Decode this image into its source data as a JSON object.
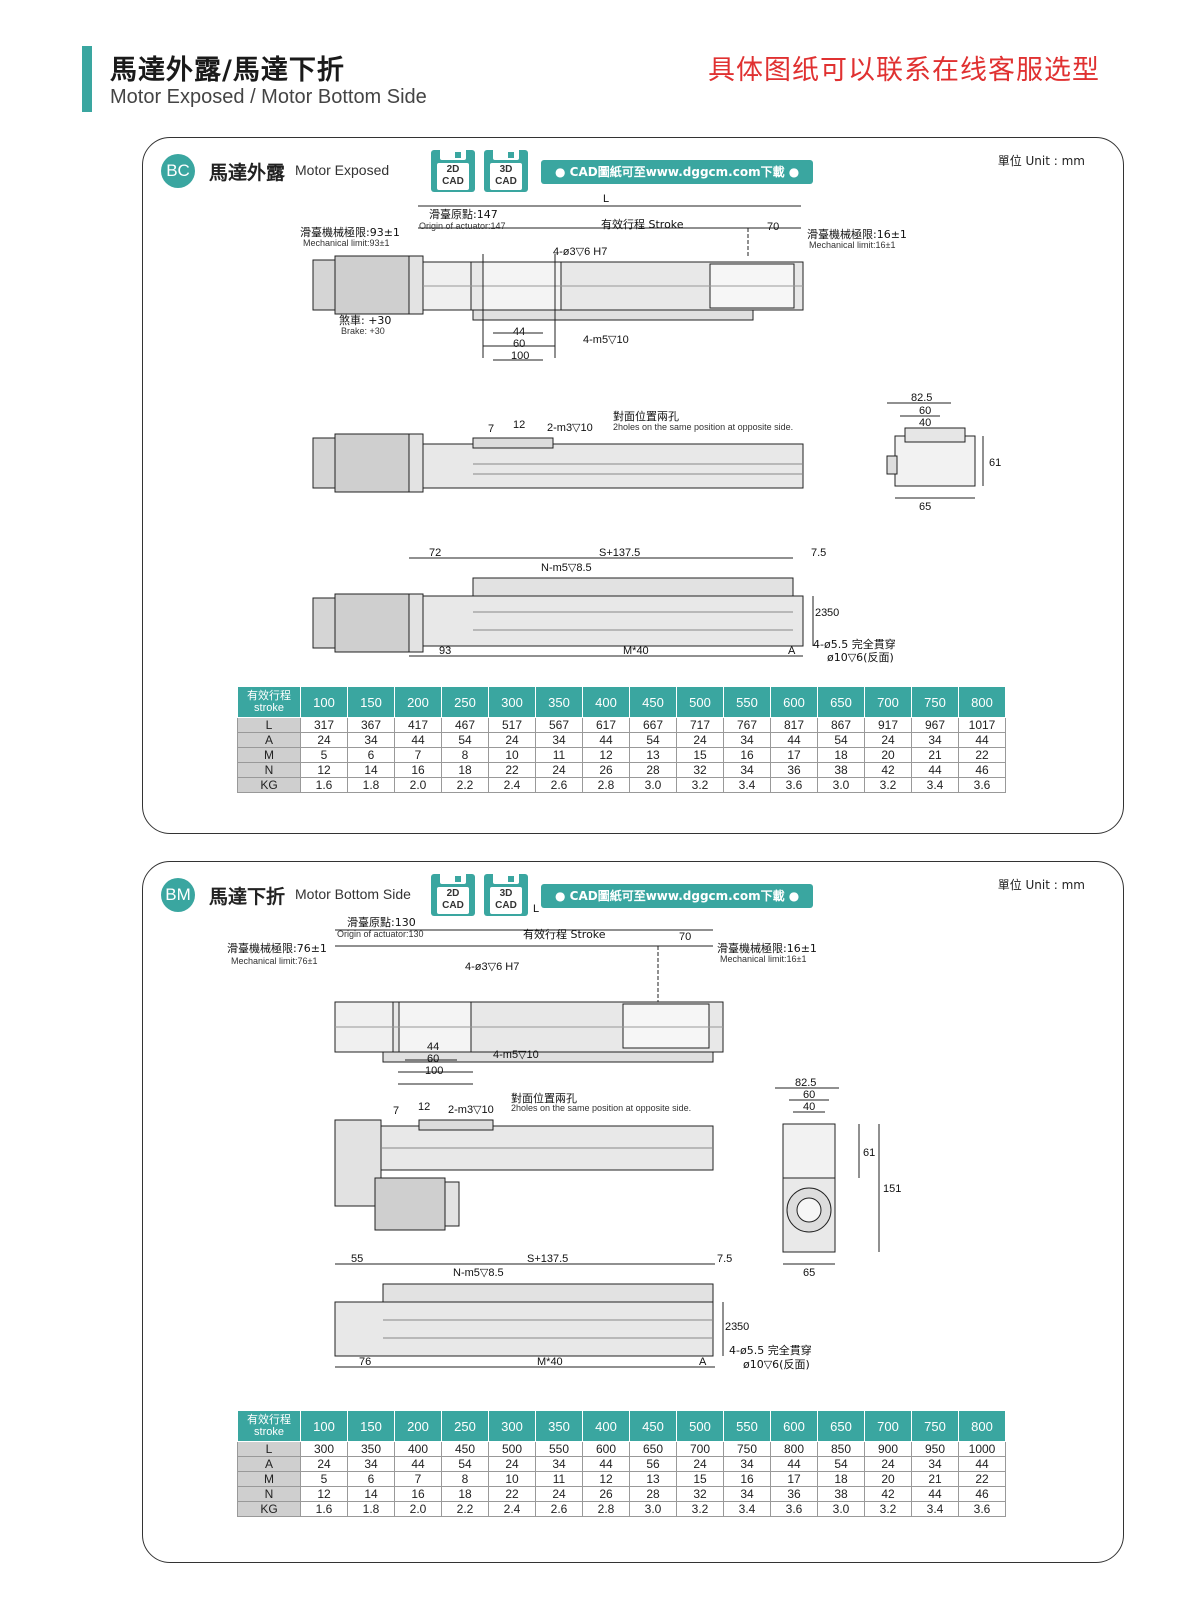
{
  "header": {
    "title_zh": "馬達外露/馬達下折",
    "title_en": "Motor Exposed / Motor Bottom Side",
    "contact_note": "具体图纸可以联系在线客服选型",
    "accent_color": "#3aa6a0",
    "note_color": "#e03131"
  },
  "cad": {
    "label_2d": "2D CAD",
    "label_3d": "3D CAD",
    "download_note": "CAD圖紙可至www.dggcm.com下載"
  },
  "sections": [
    {
      "badge": "BC",
      "title_zh": "馬達外露",
      "title_en": "Motor Exposed",
      "unit": "單位 Unit : mm",
      "annotations": {
        "L": "L",
        "origin_zh": "滑臺原點:147",
        "origin_en": "Origin of actuator:147",
        "stroke": "有效行程  Stroke",
        "d70": "70",
        "mech_left_zh": "滑臺機械極限:93±1",
        "mech_left_en": "Mechanical limit:93±1",
        "mech_right_zh": "滑臺機械極限:16±1",
        "mech_right_en": "Mechanical limit:16±1",
        "hole_pin": "4-ø3▽6 H7",
        "hole_m5": "4-m5▽10",
        "brake_zh": "煞車: +30",
        "brake_en": "Brake: +30",
        "d44": "44",
        "d60": "60",
        "d100": "100",
        "d7": "7",
        "d12": "12",
        "hole_m3": "2-m3▽10",
        "opposite_zh": "對面位置兩孔",
        "opposite_en": "2holes on the same position at opposite side.",
        "d82_5": "82.5",
        "d60b": "60",
        "d40": "40",
        "d61": "61",
        "d65": "65",
        "d72": "72",
        "s_len": "S+137.5",
        "d7_5": "7.5",
        "n_m5": "N-m5▽8.5",
        "d23": "23",
        "d50": "50",
        "mount_hole": "4-ø5.5 完全貫穿",
        "mount_cb": "ø10▽6(反面)",
        "d93": "93",
        "m40": "M*40",
        "a": "A"
      },
      "table": {
        "stroke_label_zh": "有效行程",
        "stroke_label_en": "stroke",
        "strokes": [
          "100",
          "150",
          "200",
          "250",
          "300",
          "350",
          "400",
          "450",
          "500",
          "550",
          "600",
          "650",
          "700",
          "750",
          "800"
        ],
        "rows": [
          {
            "label": "L",
            "values": [
              "317",
              "367",
              "417",
              "467",
              "517",
              "567",
              "617",
              "667",
              "717",
              "767",
              "817",
              "867",
              "917",
              "967",
              "1017"
            ]
          },
          {
            "label": "A",
            "values": [
              "24",
              "34",
              "44",
              "54",
              "24",
              "34",
              "44",
              "54",
              "24",
              "34",
              "44",
              "54",
              "24",
              "34",
              "44"
            ]
          },
          {
            "label": "M",
            "values": [
              "5",
              "6",
              "7",
              "8",
              "10",
              "11",
              "12",
              "13",
              "15",
              "16",
              "17",
              "18",
              "20",
              "21",
              "22"
            ]
          },
          {
            "label": "N",
            "values": [
              "12",
              "14",
              "16",
              "18",
              "22",
              "24",
              "26",
              "28",
              "32",
              "34",
              "36",
              "38",
              "42",
              "44",
              "46"
            ]
          },
          {
            "label": "KG",
            "values": [
              "1.6",
              "1.8",
              "2.0",
              "2.2",
              "2.4",
              "2.6",
              "2.8",
              "3.0",
              "3.2",
              "3.4",
              "3.6",
              "3.0",
              "3.2",
              "3.4",
              "3.6"
            ]
          }
        ]
      }
    },
    {
      "badge": "BM",
      "title_zh": "馬達下折",
      "title_en": "Motor Bottom Side",
      "unit": "單位 Unit : mm",
      "annotations": {
        "L": "L",
        "origin_zh": "滑臺原點:130",
        "origin_en": "Origin of actuator:130",
        "stroke": "有效行程  Stroke",
        "d70": "70",
        "mech_left_zh": "滑臺機械極限:76±1",
        "mech_left_en": "Mechanical limit:76±1",
        "mech_right_zh": "滑臺機械極限:16±1",
        "mech_right_en": "Mechanical limit:16±1",
        "hole_pin": "4-ø3▽6 H7",
        "hole_m5": "4-m5▽10",
        "d44": "44",
        "d60": "60",
        "d100": "100",
        "d7": "7",
        "d12": "12",
        "hole_m3": "2-m3▽10",
        "opposite_zh": "對面位置兩孔",
        "opposite_en": "2holes on the same position at opposite side.",
        "d82_5": "82.5",
        "d60b": "60",
        "d40": "40",
        "d61": "61",
        "d151": "151",
        "d65": "65",
        "d55": "55",
        "s_len": "S+137.5",
        "d7_5": "7.5",
        "n_m5": "N-m5▽8.5",
        "d23": "23",
        "d50": "50",
        "mount_hole": "4-ø5.5 完全貫穿",
        "mount_cb": "ø10▽6(反面)",
        "d76": "76",
        "m40": "M*40",
        "a": "A"
      },
      "table": {
        "stroke_label_zh": "有效行程",
        "stroke_label_en": "stroke",
        "strokes": [
          "100",
          "150",
          "200",
          "250",
          "300",
          "350",
          "400",
          "450",
          "500",
          "550",
          "600",
          "650",
          "700",
          "750",
          "800"
        ],
        "rows": [
          {
            "label": "L",
            "values": [
              "300",
              "350",
              "400",
              "450",
              "500",
              "550",
              "600",
              "650",
              "700",
              "750",
              "800",
              "850",
              "900",
              "950",
              "1000"
            ]
          },
          {
            "label": "A",
            "values": [
              "24",
              "34",
              "44",
              "54",
              "24",
              "34",
              "44",
              "56",
              "24",
              "34",
              "44",
              "54",
              "24",
              "34",
              "44"
            ]
          },
          {
            "label": "M",
            "values": [
              "5",
              "6",
              "7",
              "8",
              "10",
              "11",
              "12",
              "13",
              "15",
              "16",
              "17",
              "18",
              "20",
              "21",
              "22"
            ]
          },
          {
            "label": "N",
            "values": [
              "12",
              "14",
              "16",
              "18",
              "22",
              "24",
              "26",
              "28",
              "32",
              "34",
              "36",
              "38",
              "42",
              "44",
              "46"
            ]
          },
          {
            "label": "KG",
            "values": [
              "1.6",
              "1.8",
              "2.0",
              "2.2",
              "2.4",
              "2.6",
              "2.8",
              "3.0",
              "3.2",
              "3.4",
              "3.6",
              "3.0",
              "3.2",
              "3.4",
              "3.6"
            ]
          }
        ]
      }
    }
  ]
}
